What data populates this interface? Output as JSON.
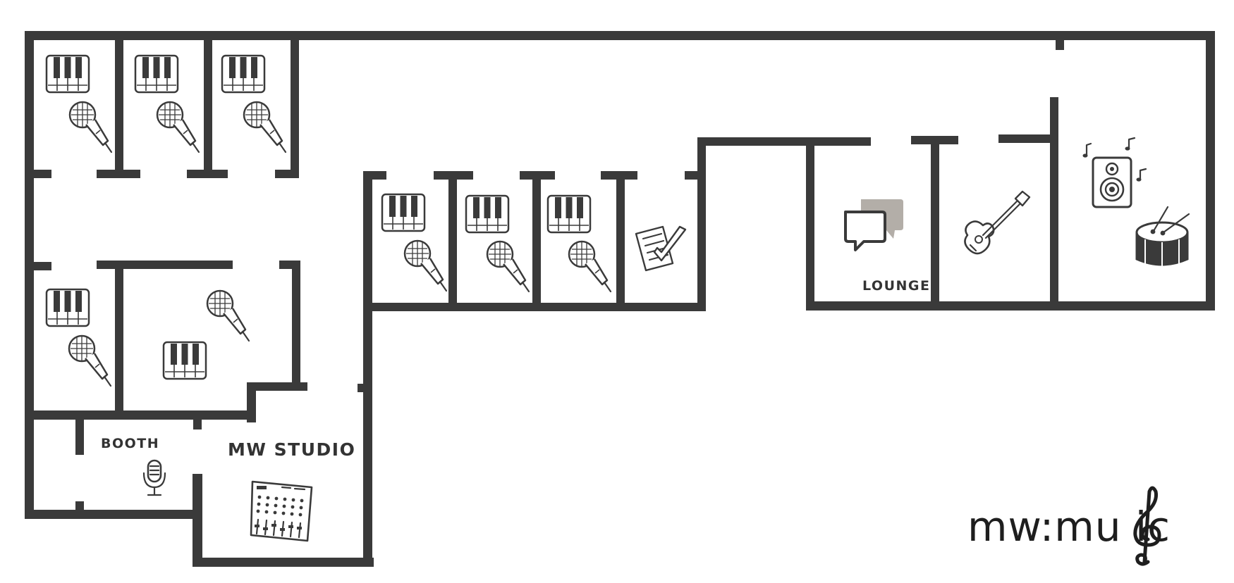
{
  "floorplan": {
    "labels": {
      "booth": "BOOTH",
      "studio": "MW STUDIO",
      "lounge": "LOUNGE"
    }
  },
  "brand": {
    "logo_text": "mw:mu ic"
  },
  "colors": {
    "wall": "#3a3a3a",
    "background": "#ffffff",
    "chat_bubble_back": "#b3aea8"
  },
  "icons": [
    "piano-icon",
    "microphone-icon",
    "checklist-icon",
    "chat-icon",
    "guitar-icon",
    "speaker-icon",
    "drum-icon",
    "studio-mic-icon",
    "mixer-icon",
    "treble-clef-icon"
  ]
}
